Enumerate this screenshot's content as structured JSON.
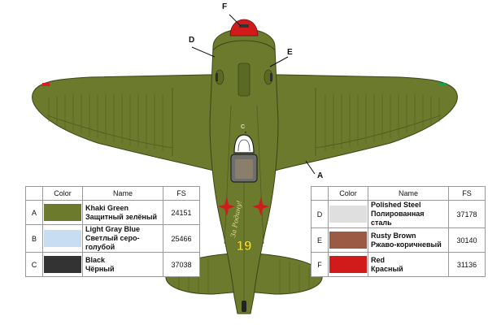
{
  "callouts": [
    "A",
    "C",
    "D",
    "E",
    "F"
  ],
  "table_headers": {
    "color": "Color",
    "name": "Name",
    "fs": "FS"
  },
  "table_left": [
    {
      "letter": "A",
      "color": "#6b7a2c",
      "name_en": "Khaki Green",
      "name_ru": "Защитный зелёный",
      "fs": "24151"
    },
    {
      "letter": "B",
      "color": "#c6ddf2",
      "name_en": "Light Gray Blue",
      "name_ru": "Светлый серо-голубой",
      "fs": "25466"
    },
    {
      "letter": "C",
      "color": "#333333",
      "name_en": "Black",
      "name_ru": "Чёрный",
      "fs": "37038"
    }
  ],
  "table_right": [
    {
      "letter": "D",
      "color": "#dfdfdf",
      "name_en": "Polished Steel",
      "name_ru": "Полированная сталь",
      "fs": "37178"
    },
    {
      "letter": "E",
      "color": "#9b5a43",
      "name_en": "Rusty Brown",
      "name_ru": "Ржаво-коричневый",
      "fs": "30140"
    },
    {
      "letter": "F",
      "color": "#d11a1a",
      "name_en": "Red",
      "name_ru": "Красный",
      "fs": "31136"
    }
  ],
  "tail_number": "19",
  "fuselage_inscription": "За Родину!"
}
